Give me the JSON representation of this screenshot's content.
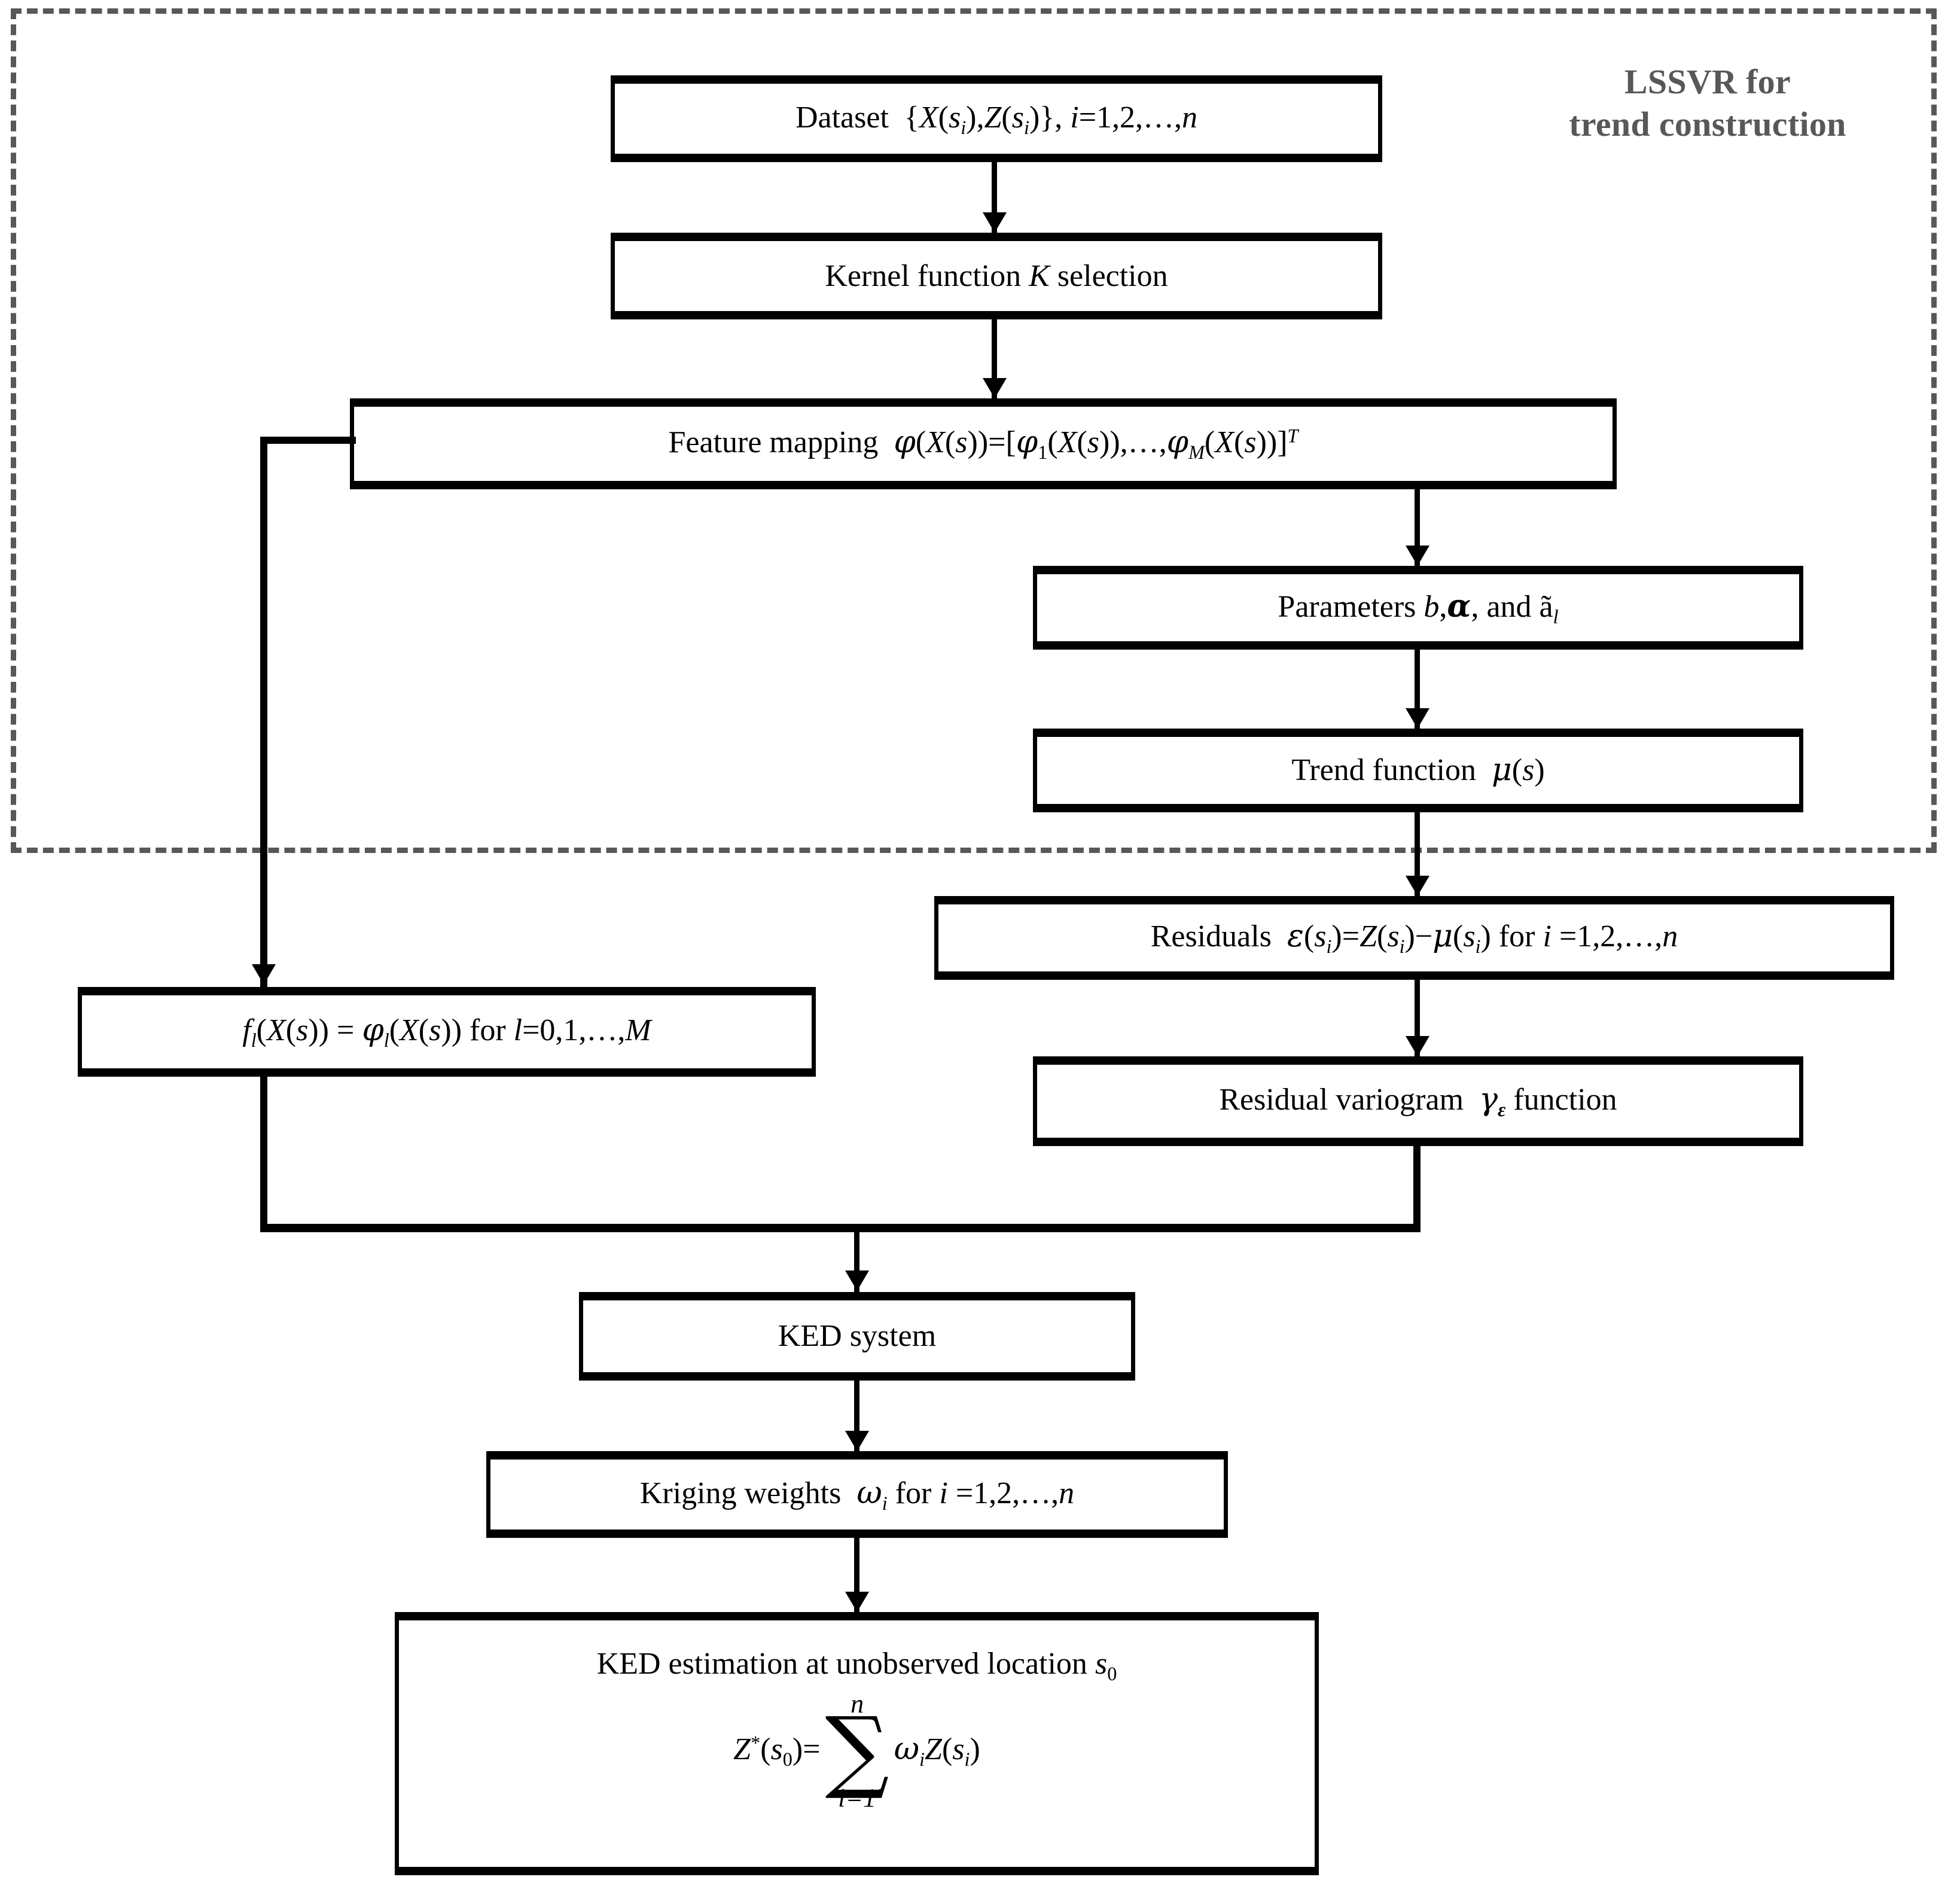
{
  "region": {
    "title_line1": "LSSVR for",
    "title_line2": "trend construction",
    "border_color": "#585858",
    "style": "dashed"
  },
  "colors": {
    "box_border": "#000000",
    "box_fill": "#ffffff",
    "connector": "#000000",
    "region_label": "#585858",
    "background": "#ffffff"
  },
  "nodes": {
    "dataset": {
      "id": "dataset",
      "text": "Dataset  {X(sᵢ),Z(sᵢ)}, i=1,2,…,n",
      "parts": {
        "label": "Dataset",
        "set": "{X(sᵢ),Z(sᵢ)}",
        "range": "i=1,2,…,n"
      }
    },
    "kernel": {
      "id": "kernel-selection",
      "text": "Kernel function K selection",
      "parts": {
        "label_before": "Kernel function",
        "symbol": "K",
        "label_after": "selection"
      }
    },
    "feature_mapping": {
      "id": "feature-mapping",
      "text": "Feature mapping  ϕ(X(s))=[ϕ₁(X(s)),…,ϕ_M(X(s))]ᵀ",
      "parts": {
        "label": "Feature mapping",
        "expr": "ϕ(X(s))=[ϕ₁(X(s)),…,ϕ_M(X(s))]",
        "transpose": "T"
      }
    },
    "parameters": {
      "id": "parameters",
      "text": "Parameters b,α, and ã_l",
      "parts": {
        "label": "Parameters",
        "b": "b",
        "alpha": "α",
        "and": "and",
        "a_tilde": "ã",
        "a_sub": "l"
      }
    },
    "trend_function": {
      "id": "trend-function",
      "text": "Trend function  μ(s)",
      "parts": {
        "label": "Trend function",
        "expr": "μ(s)"
      }
    },
    "residuals": {
      "id": "residuals",
      "text": "Residuals  ϵ(sᵢ)=Z(sᵢ)−μ(sᵢ) for i =1,2,…,n",
      "parts": {
        "label": "Residuals",
        "expr": "ϵ(sᵢ)=Z(sᵢ)−μ(sᵢ)",
        "range": "for i =1,2,…,n"
      }
    },
    "residual_variogram": {
      "id": "residual-variogram",
      "text": "Residual variogram  γ_ϵ function",
      "parts": {
        "label_before": "Residual variogram",
        "symbol": "γ",
        "symbol_sub": "ϵ",
        "label_after": "function"
      }
    },
    "basis_functions": {
      "id": "basis-functions",
      "text": "f_l(X(s)) = ϕ_l(X(s)) for l=0,1,…,M",
      "parts": {
        "lhs": "f_l(X(s))",
        "eq": "=",
        "rhs": "ϕ_l(X(s))",
        "range": "for l=0,1,…,M"
      }
    },
    "ked_system": {
      "id": "ked-system",
      "text": "KED system"
    },
    "kriging_weights": {
      "id": "kriging-weights",
      "text": "Kriging weights  ωᵢ for i =1,2,…,n",
      "parts": {
        "label": "Kriging weights",
        "symbol": "ω",
        "symbol_sub": "i",
        "range": "for i =1,2,…,n"
      }
    },
    "ked_estimation": {
      "id": "ked-estimation",
      "line1": "KED estimation at unobserved location s₀",
      "formula": {
        "lhs": "Z*(s₀)=",
        "sigma_top": "n",
        "sigma_glyph": "∑",
        "sigma_bottom": "i=1",
        "rhs": "ωᵢZ(sᵢ)"
      },
      "parts": {
        "label": "KED estimation at unobserved location",
        "location": "s₀"
      }
    }
  },
  "edges": [
    {
      "from": "dataset",
      "to": "kernel",
      "type": "arrow-down"
    },
    {
      "from": "kernel",
      "to": "feature_mapping",
      "type": "arrow-down"
    },
    {
      "from": "feature_mapping",
      "to": "parameters",
      "type": "arrow-down"
    },
    {
      "from": "feature_mapping",
      "to": "basis_functions",
      "type": "elbow-left-down"
    },
    {
      "from": "parameters",
      "to": "trend_function",
      "type": "arrow-down"
    },
    {
      "from": "trend_function",
      "to": "residuals",
      "type": "arrow-down"
    },
    {
      "from": "residuals",
      "to": "residual_variogram",
      "type": "arrow-down"
    },
    {
      "from": "basis_functions",
      "to": "ked_system",
      "type": "merge-down"
    },
    {
      "from": "residual_variogram",
      "to": "ked_system",
      "type": "merge-down"
    },
    {
      "from": "ked_system",
      "to": "kriging_weights",
      "type": "arrow-down"
    },
    {
      "from": "kriging_weights",
      "to": "ked_estimation",
      "type": "arrow-down"
    }
  ]
}
